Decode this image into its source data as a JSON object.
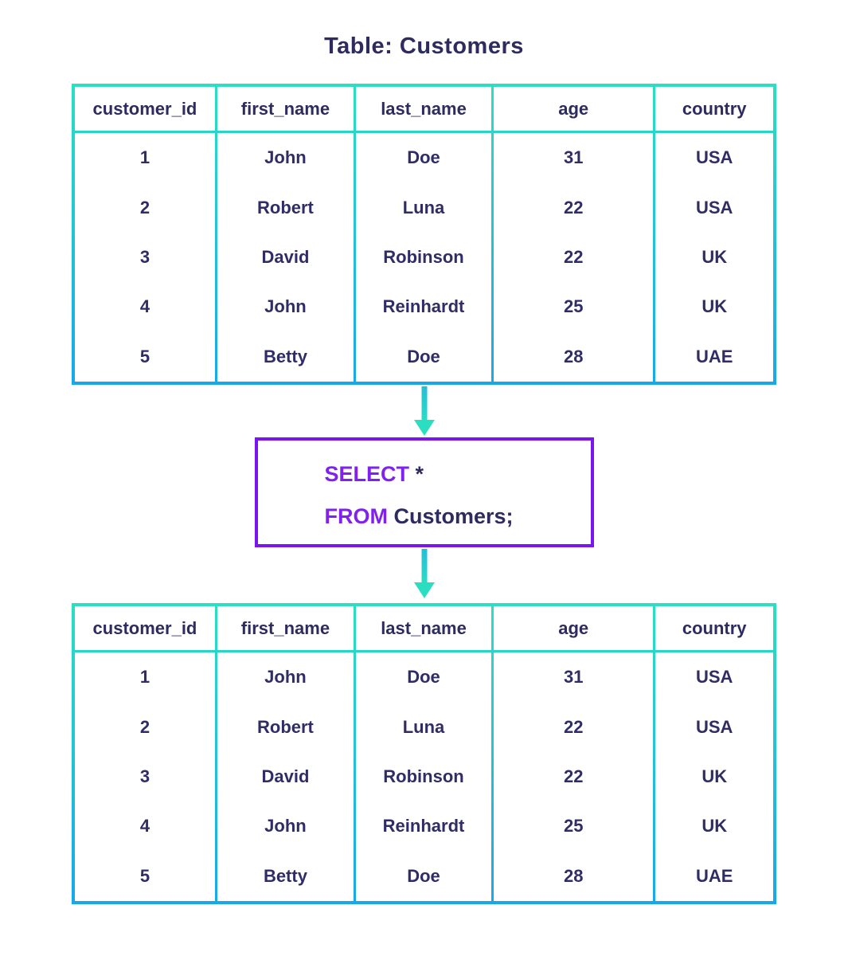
{
  "title": "Table: Customers",
  "table": {
    "headers": [
      "customer_id",
      "first_name",
      "last_name",
      "age",
      "country"
    ],
    "columns": [
      [
        "1",
        "2",
        "3",
        "4",
        "5"
      ],
      [
        "John",
        "Robert",
        "David",
        "John",
        "Betty"
      ],
      [
        "Doe",
        "Luna",
        "Robinson",
        "Reinhardt",
        "Doe"
      ],
      [
        "31",
        "22",
        "22",
        "25",
        "28"
      ],
      [
        "USA",
        "USA",
        "UK",
        "UK",
        "UAE"
      ]
    ]
  },
  "sql": {
    "select_keyword": "SELECT",
    "select_rest": "*",
    "from_keyword": "FROM",
    "from_rest": "Customers;"
  },
  "icons": {
    "flow_arrow_1": "down-arrow-icon",
    "flow_arrow_2": "down-arrow-icon"
  },
  "colors": {
    "border_teal_top": "#2BDFC1",
    "border_blue_bottom": "#18A8EA",
    "arrow_teal": "#2BDEC2",
    "sql_box_purple": "#7A15F1",
    "sql_keyword_purple": "#8121EF",
    "text_navy": "#2E2B5F",
    "background": "#FFFFFF"
  }
}
